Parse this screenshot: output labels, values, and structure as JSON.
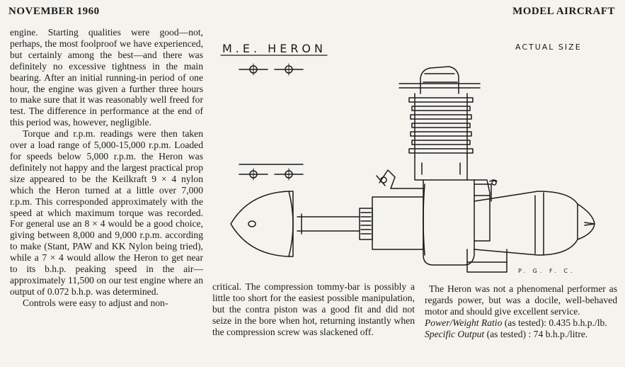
{
  "header": {
    "left": "NOVEMBER 1960",
    "right": "MODEL AIRCRAFT"
  },
  "column1": {
    "p1": "engine. Starting qualities were good—not, perhaps, the most foolproof we have experienced, but certainly among the best—and there was definitely no excessive tightness in the main bearing. After an initial running-in period of one hour, the engine was given a further three hours to make sure that it was reasonably well freed for test. The difference in performance at the end of this period was, however, negligible.",
    "p2": "Torque and r.p.m. readings were then taken over a load range of 5,000-15,000 r.p.m. Loaded for speeds below 5,000 r.p.m. the Heron was definitely not happy and the largest practical prop size appeared to be the Keilkraft 9 × 4 nylon which the Heron turned at a little over 7,000 r.p.m. This corresponded approximately with the speed at which maximum torque was recorded. For general use an 8 × 4 would be a good choice, giving between 8,000 and 9,000 r.p.m. according to make (Stant, PAW and KK Nylon being tried), while a 7 × 4 would allow the Heron to get near to its b.h.p. peaking speed in the air—approximately 11,500 on our test engine where an output of 0.072 b.h.p. was determined.",
    "p3": "Controls were easy to adjust and non-"
  },
  "column2": {
    "p1": "critical. The compression tommy-bar is possibly a little too short for the easiest possible manipulation, but the contra piston was a good fit and did not seize in the bore when hot, returning instantly when the compression screw was slackened off."
  },
  "column3": {
    "p1": "The Heron was not a phenomenal performer as regards power, but was a docile, well-behaved motor and should give excellent service.",
    "pw_label": "Power/Weight Ratio",
    "pw_value": " (as tested): 0.435 b.h.p./lb.",
    "so_label": "Specific Output",
    "so_value": " (as tested) : 74 b.h.p./litre."
  },
  "drawing": {
    "title": "M.E. HERON",
    "scale_note": "ACTUAL SIZE",
    "credit": "P. G. F. C."
  },
  "colors": {
    "ink": "#1b1b1b",
    "paper": "#f4f3ee"
  }
}
